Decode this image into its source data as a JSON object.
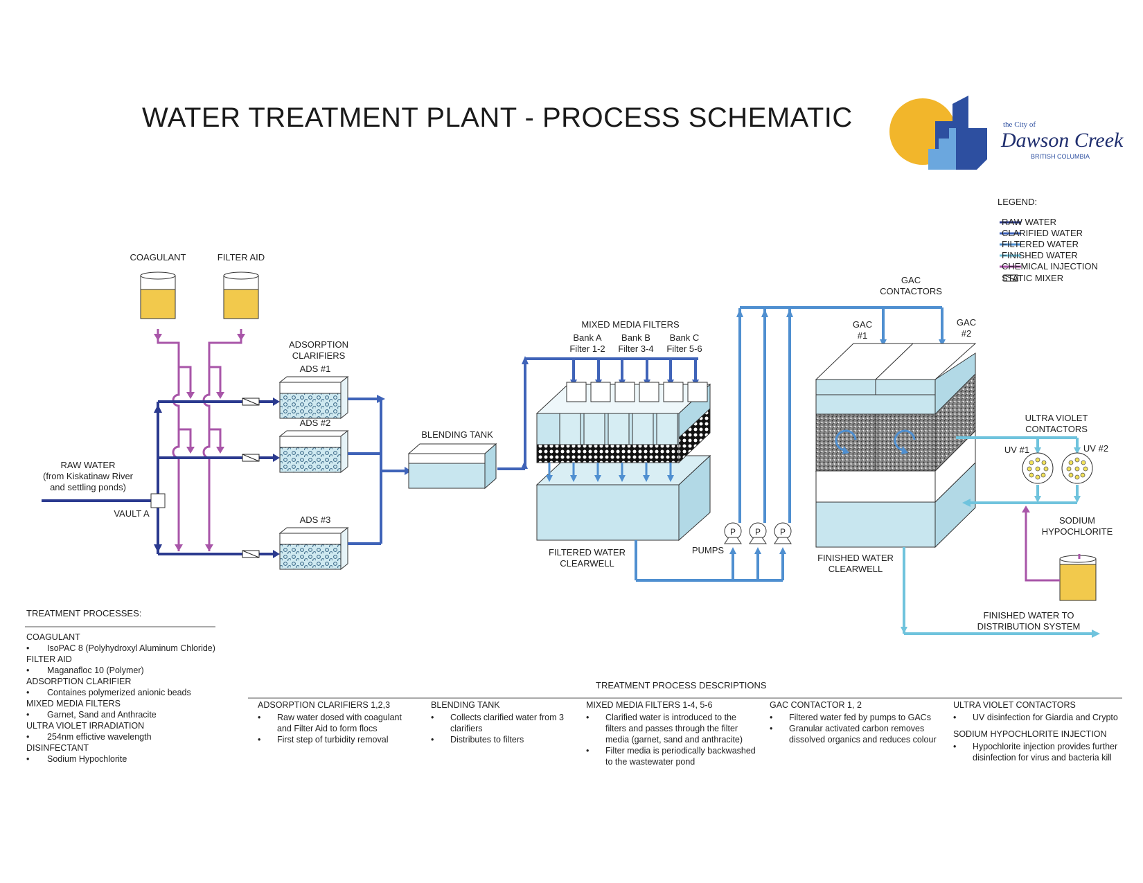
{
  "title": "WATER TREATMENT PLANT - PROCESS SCHEMATIC",
  "logo": {
    "small": "the City of",
    "name": "Dawson Creek",
    "region": "BRITISH COLUMBIA"
  },
  "legend": {
    "title": "LEGEND:",
    "items": [
      {
        "label": "RAW WATER",
        "color": "#2b3a8f"
      },
      {
        "label": "CLARIFIED WATER",
        "color": "#3f63b8"
      },
      {
        "label": "FILTERED WATER",
        "color": "#4f8fd0"
      },
      {
        "label": "FINISHED WATER",
        "color": "#6fc3dd"
      },
      {
        "label": "CHEMICAL INJECTION",
        "color": "#a855a8"
      },
      {
        "label": "STATIC MIXER",
        "color": "#222222"
      }
    ]
  },
  "labels": {
    "coagulant": "COAGULANT",
    "filter_aid": "FILTER AID",
    "adsorption_clarifiers": "ADSORPTION\nCLARIFIERS",
    "ads1": "ADS #1",
    "ads2": "ADS #2",
    "ads3": "ADS #3",
    "raw_water": "RAW WATER\n(from Kiskatinaw River\nand settling ponds)",
    "vault_a": "VAULT A",
    "blending_tank": "BLENDING TANK",
    "mixed_media_filters": "MIXED MEDIA FILTERS",
    "bank_a": "Bank A\nFilter 1-2",
    "bank_b": "Bank B\nFilter 3-4",
    "bank_c": "Bank C\nFilter 5-6",
    "filtered_clearwell": "FILTERED WATER\nCLEARWELL",
    "pumps": "PUMPS",
    "pump_symbol": "P",
    "gac_contactors": "GAC\nCONTACTORS",
    "gac1": "GAC\n#1",
    "gac2": "GAC\n#2",
    "uv_contactors": "ULTRA VIOLET\nCONTACTORS",
    "uv1": "UV #1",
    "uv2": "UV #2",
    "sodium_hypochlorite": "SODIUM\nHYPOCHLORITE",
    "finished_clearwell": "FINISHED WATER\nCLEARWELL",
    "finished_to_distribution": "FINISHED WATER TO\nDISTRIBUTION SYSTEM"
  },
  "treatment_processes": {
    "heading": "TREATMENT PROCESSES:",
    "groups": [
      {
        "name": "COAGULANT",
        "item": "IsoPAC 8 (Polyhydroxyl Aluminum Chloride)"
      },
      {
        "name": "FILTER AID",
        "item": "Maganafloc 10 (Polymer)"
      },
      {
        "name": "ADSORPTION CLARIFIER",
        "item": "Containes polymerized anionic beads"
      },
      {
        "name": "MIXED MEDIA FILTERS",
        "item": "Garnet, Sand and Anthracite"
      },
      {
        "name": "ULTRA VIOLET IRRADIATION",
        "item": "254nm effictive wavelength"
      },
      {
        "name": "DISINFECTANT",
        "item": "Sodium Hypochlorite"
      }
    ]
  },
  "descriptions": {
    "heading": "TREATMENT PROCESS DESCRIPTIONS",
    "columns": [
      {
        "title": "ADSORPTION CLARIFIERS 1,2,3",
        "items": [
          "Raw water dosed with coagulant and Filter Aid to  form flocs",
          "First step of turbidity removal"
        ]
      },
      {
        "title": "BLENDING TANK",
        "items": [
          "Collects clarified water from 3 clarifiers",
          "Distributes to filters"
        ]
      },
      {
        "title": "MIXED MEDIA FILTERS 1-4, 5-6",
        "items": [
          "Clarified water is introduced to the filters and passes through the filter media (garnet, sand and anthracite)",
          "Filter media is periodically backwashed to the wastewater pond"
        ]
      },
      {
        "title": "GAC CONTACTOR 1, 2",
        "items": [
          "Filtered water fed by pumps to GACs",
          "Granular activated carbon removes dissolved organics and reduces colour"
        ]
      },
      {
        "title": "ULTRA VIOLET CONTACTORS",
        "items": [
          "UV disinfection for Giardia and Crypto"
        ],
        "title2": "SODIUM HYPOCHLORITE INJECTION",
        "items2": [
          "Hypochlorite injection provides further disinfection for virus and bacteria kill"
        ]
      }
    ]
  },
  "colors": {
    "raw": "#2b3a8f",
    "clarified": "#3f63b8",
    "filtered": "#4f8fd0",
    "finished": "#6fc3dd",
    "chemical": "#a855a8",
    "water_fill": "#c8e6ef",
    "chemical_fill": "#f2c94c"
  }
}
